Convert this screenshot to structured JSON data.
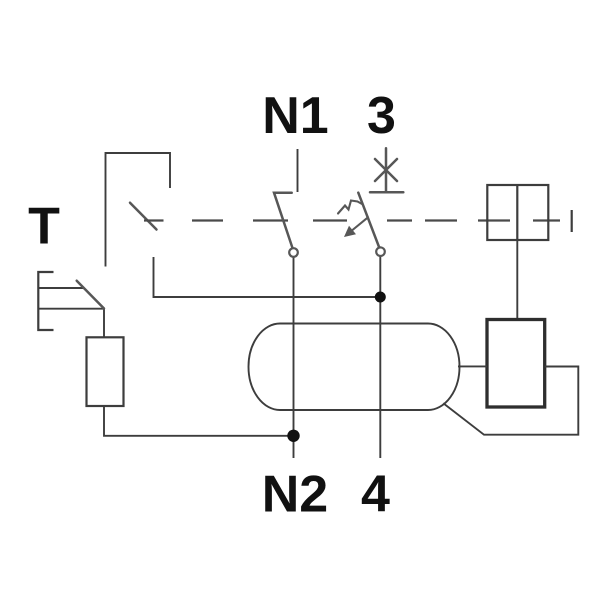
{
  "diagram": {
    "type": "electrical-schematic",
    "labels": {
      "test_button": "T",
      "top_left": "N1",
      "top_right": "3",
      "bottom_left": "N2",
      "bottom_right": "4"
    },
    "symbols": {
      "current_transformer": "stadium-ring",
      "relay": "double-square-on-dashed-link",
      "trip_unit": "thick-rectangle",
      "test_resistor": "rectangle",
      "breaker_function": "x-on-stem",
      "mechanical_link": "dashed-line",
      "test_button": "bracket-pushbutton",
      "contacts": "blade-with-pivot-circle"
    },
    "colors": {
      "background": "#ffffff",
      "wire": "#3d3d3d",
      "mechanism": "#575757",
      "box": "#2e2e2e",
      "text": "#111111",
      "link": "#4a4a4a"
    }
  }
}
